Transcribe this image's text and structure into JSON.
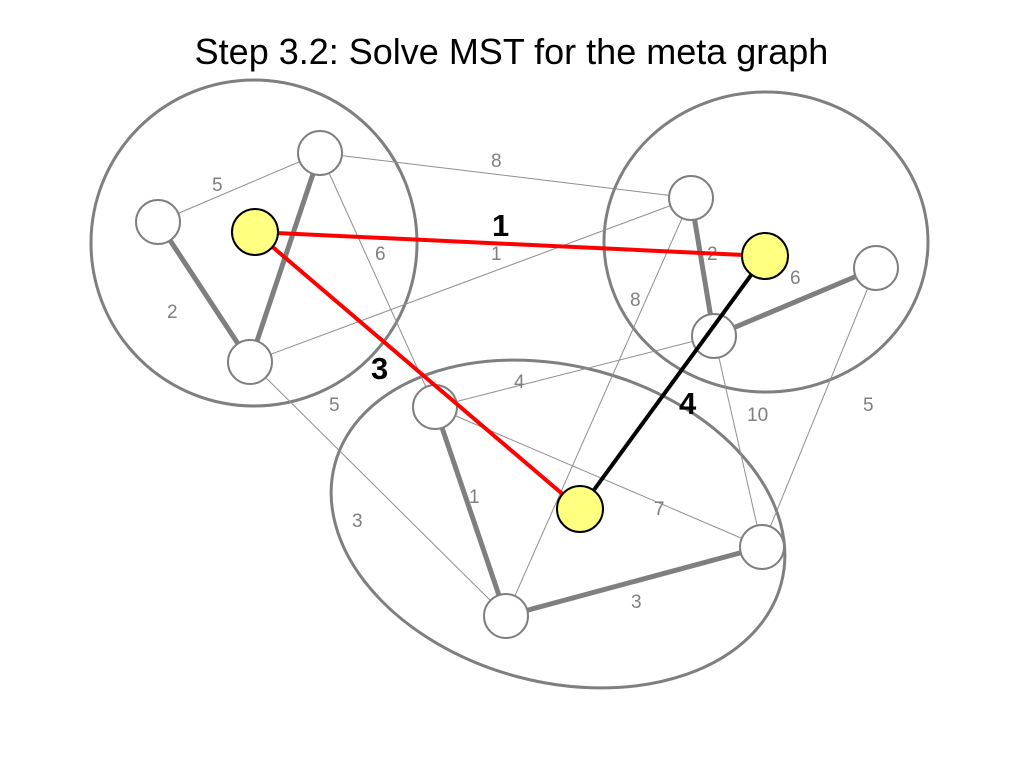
{
  "title": "Step 3.2: Solve MST for the meta graph",
  "colors": {
    "cluster_stroke": "#7f7f7f",
    "edge_stroke": "#7f7f7f",
    "node_fill": "#ffffff",
    "meta_node_fill": "#ffff80",
    "meta_edge_selected": "#ff0000",
    "meta_edge_other": "#000000"
  },
  "edge_labels": {
    "e1": "5",
    "e2": "8",
    "e3": "3",
    "e4": "6",
    "e5": "1",
    "e6": "2",
    "e7": "2",
    "e8": "6",
    "e9": "8",
    "e10": "4",
    "e11": "5",
    "e12": "10",
    "e13": "5",
    "e14": "1",
    "e15": "7",
    "e16": "3",
    "e17": "3"
  },
  "meta_edge_labels": {
    "m1": "1",
    "m2": "3",
    "m3": "4"
  }
}
